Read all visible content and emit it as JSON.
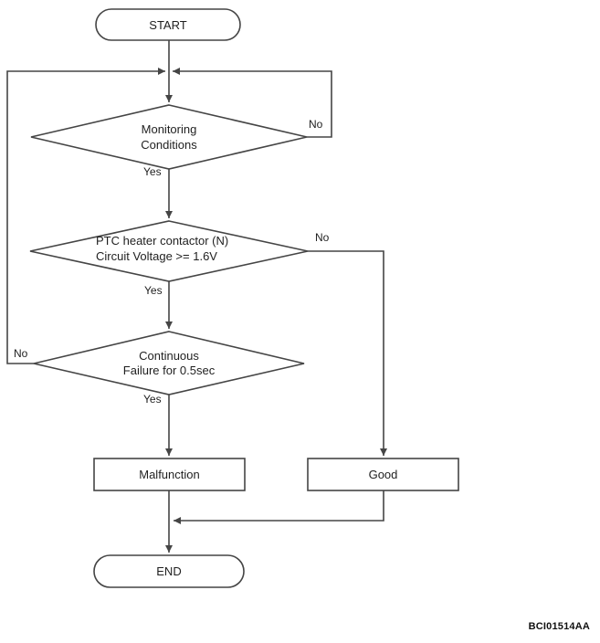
{
  "figure_code": "BCI01514AA",
  "colors": {
    "line": "#454545",
    "text": "#1f1f1f",
    "background": "#ffffff"
  },
  "flowchart": {
    "start": {
      "label": "START"
    },
    "decisions": {
      "monitoring": {
        "label": "Monitoring\nConditions",
        "yes": "Yes",
        "no": "No"
      },
      "voltage": {
        "label": "PTC heater contactor (N)\nCircuit Voltage >= 1.6V",
        "yes": "Yes",
        "no": "No"
      },
      "continuous": {
        "label": "Continuous\nFailure for 0.5sec",
        "yes": "Yes",
        "no": "No"
      }
    },
    "outcomes": {
      "malfunction": {
        "label": "Malfunction"
      },
      "good": {
        "label": "Good"
      }
    },
    "end": {
      "label": "END"
    }
  }
}
